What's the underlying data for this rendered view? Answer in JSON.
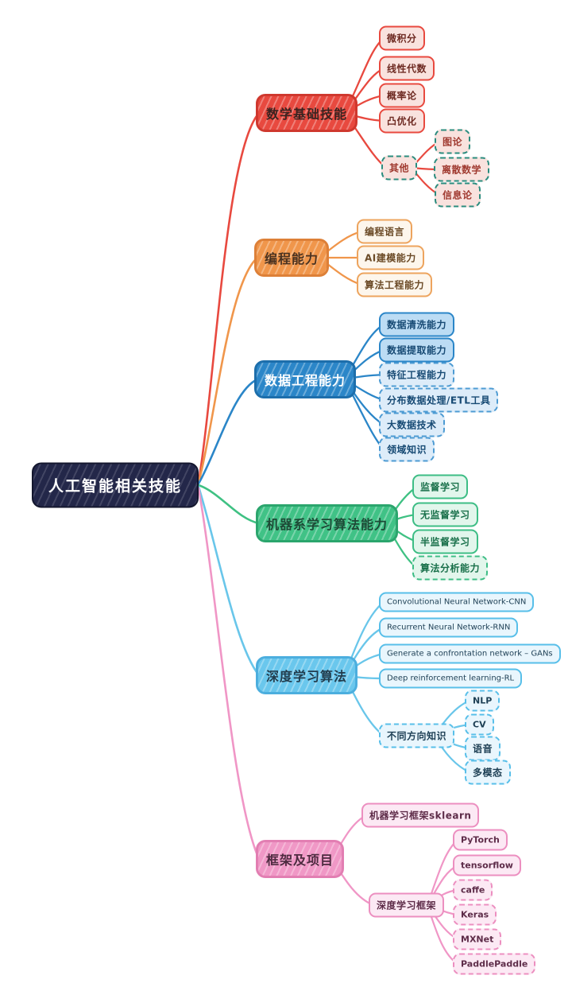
{
  "palette": {
    "red": "#e8493f",
    "orange": "#f0964b",
    "blue": "#2b86c8",
    "green": "#3fc183",
    "cyan": "#69c6ea",
    "pink": "#f096c6",
    "teal": "#2b8c7e",
    "navy": "#232749"
  },
  "root": {
    "label": "人工智能相关技能"
  },
  "branches": [
    {
      "label": "数学基础技能",
      "children": [
        {
          "label": "微积分"
        },
        {
          "label": "线性代数"
        },
        {
          "label": "概率论"
        },
        {
          "label": "凸优化"
        },
        {
          "label": "其他",
          "children": [
            {
              "label": "图论"
            },
            {
              "label": "离散数学"
            },
            {
              "label": "信息论"
            }
          ]
        }
      ]
    },
    {
      "label": "编程能力",
      "children": [
        {
          "label": "编程语言"
        },
        {
          "label": "AI建模能力"
        },
        {
          "label": "算法工程能力"
        }
      ]
    },
    {
      "label": "数据工程能力",
      "children": [
        {
          "label": "数据清洗能力"
        },
        {
          "label": "数据提取能力"
        },
        {
          "label": "特征工程能力"
        },
        {
          "label": "分布数据处理/ETL工具"
        },
        {
          "label": "大数据技术"
        },
        {
          "label": "领域知识"
        }
      ]
    },
    {
      "label": "机器系学习算法能力",
      "children": [
        {
          "label": "监督学习"
        },
        {
          "label": "无监督学习"
        },
        {
          "label": "半监督学习"
        },
        {
          "label": "算法分析能力"
        }
      ]
    },
    {
      "label": "深度学习算法",
      "children": [
        {
          "label": "Convolutional Neural Network-CNN"
        },
        {
          "label": "Recurrent Neural Network-RNN"
        },
        {
          "label": "Generate a confrontation network – GANs"
        },
        {
          "label": "Deep reinforcement learning-RL"
        },
        {
          "label": "不同方向知识",
          "children": [
            {
              "label": "NLP"
            },
            {
              "label": "CV"
            },
            {
              "label": "语音"
            },
            {
              "label": "多模态"
            }
          ]
        }
      ]
    },
    {
      "label": "框架及项目",
      "children": [
        {
          "label": "机器学习框架sklearn"
        },
        {
          "label": "深度学习框架",
          "children": [
            {
              "label": "PyTorch"
            },
            {
              "label": "tensorflow"
            },
            {
              "label": "caffe"
            },
            {
              "label": "Keras"
            },
            {
              "label": "MXNet"
            },
            {
              "label": "PaddlePaddle"
            }
          ]
        }
      ]
    }
  ]
}
